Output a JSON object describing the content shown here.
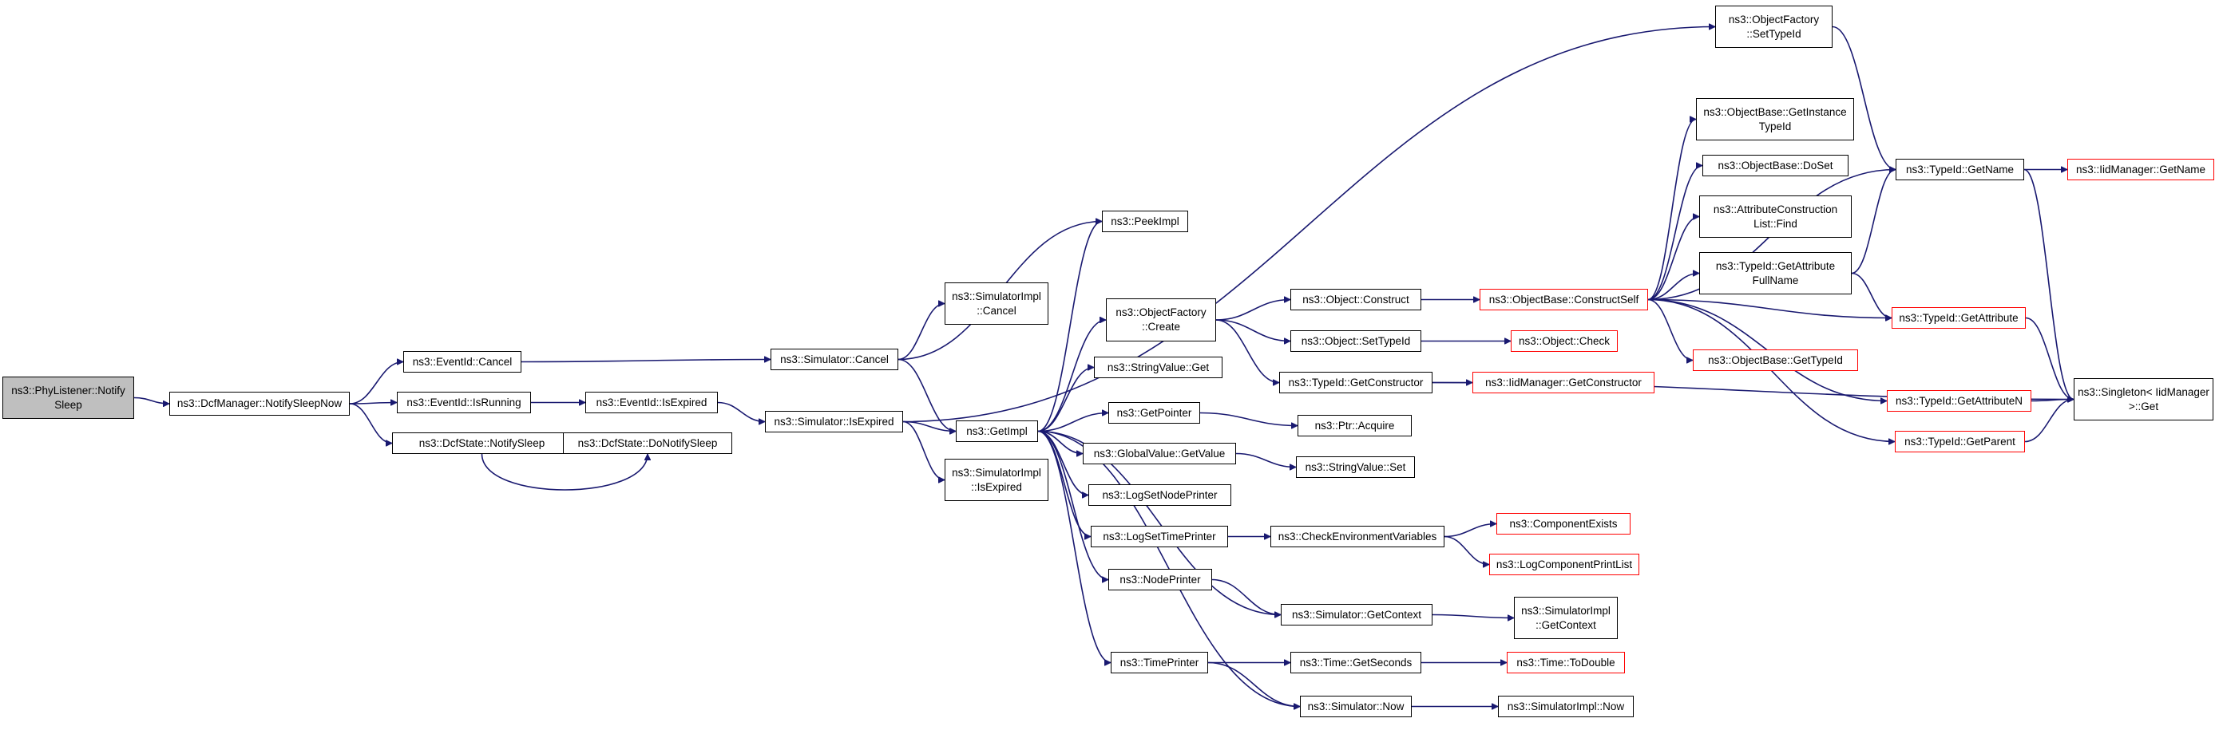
{
  "nodes": [
    {
      "id": "n1",
      "label": "ns3::PhyListener::Notify\nSleep",
      "style": "root"
    },
    {
      "id": "n2",
      "label": "ns3::DcfManager::NotifySleepNow",
      "style": "normal"
    },
    {
      "id": "n3",
      "label": "ns3::EventId::Cancel",
      "style": "normal"
    },
    {
      "id": "n4",
      "label": "ns3::EventId::IsRunning",
      "style": "normal"
    },
    {
      "id": "n5",
      "label": "ns3::DcfState::NotifySleep",
      "style": "normal"
    },
    {
      "id": "n6",
      "label": "ns3::EventId::IsExpired",
      "style": "normal"
    },
    {
      "id": "n7",
      "label": "ns3::DcfState::DoNotifySleep",
      "style": "normal"
    },
    {
      "id": "n8",
      "label": "ns3::Simulator::Cancel",
      "style": "normal"
    },
    {
      "id": "n9",
      "label": "ns3::Simulator::IsExpired",
      "style": "normal"
    },
    {
      "id": "n10",
      "label": "ns3::SimulatorImpl\n::Cancel",
      "style": "normal"
    },
    {
      "id": "n11",
      "label": "ns3::GetImpl",
      "style": "normal"
    },
    {
      "id": "n12",
      "label": "ns3::SimulatorImpl\n::IsExpired",
      "style": "normal"
    },
    {
      "id": "n13",
      "label": "ns3::PeekImpl",
      "style": "normal"
    },
    {
      "id": "n14",
      "label": "ns3::ObjectFactory\n::Create",
      "style": "normal"
    },
    {
      "id": "n15",
      "label": "ns3::StringValue::Get",
      "style": "normal"
    },
    {
      "id": "n16",
      "label": "ns3::GetPointer",
      "style": "normal"
    },
    {
      "id": "n17",
      "label": "ns3::GlobalValue::GetValue",
      "style": "normal"
    },
    {
      "id": "n18",
      "label": "ns3::LogSetNodePrinter",
      "style": "normal"
    },
    {
      "id": "n19",
      "label": "ns3::LogSetTimePrinter",
      "style": "normal"
    },
    {
      "id": "n20",
      "label": "ns3::NodePrinter",
      "style": "normal"
    },
    {
      "id": "n21",
      "label": "ns3::TimePrinter",
      "style": "normal"
    },
    {
      "id": "n22",
      "label": "ns3::Object::Construct",
      "style": "normal"
    },
    {
      "id": "n23",
      "label": "ns3::Object::SetTypeId",
      "style": "normal"
    },
    {
      "id": "n24",
      "label": "ns3::TypeId::GetConstructor",
      "style": "normal"
    },
    {
      "id": "n25",
      "label": "ns3::Ptr::Acquire",
      "style": "normal"
    },
    {
      "id": "n26",
      "label": "ns3::StringValue::Set",
      "style": "normal"
    },
    {
      "id": "n27",
      "label": "ns3::CheckEnvironmentVariables",
      "style": "normal"
    },
    {
      "id": "n28",
      "label": "ns3::Simulator::GetContext",
      "style": "normal"
    },
    {
      "id": "n29",
      "label": "ns3::Time::GetSeconds",
      "style": "normal"
    },
    {
      "id": "n30",
      "label": "ns3::Simulator::Now",
      "style": "normal"
    },
    {
      "id": "n31",
      "label": "ns3::ObjectFactory\n::SetTypeId",
      "style": "normal"
    },
    {
      "id": "n32",
      "label": "ns3::ObjectBase::ConstructSelf",
      "style": "red"
    },
    {
      "id": "n33",
      "label": "ns3::Object::Check",
      "style": "red"
    },
    {
      "id": "n34",
      "label": "ns3::IidManager::GetConstructor",
      "style": "red"
    },
    {
      "id": "n35",
      "label": "ns3::ComponentExists",
      "style": "red"
    },
    {
      "id": "n36",
      "label": "ns3::LogComponentPrintList",
      "style": "red"
    },
    {
      "id": "n37",
      "label": "ns3::SimulatorImpl\n::GetContext",
      "style": "normal"
    },
    {
      "id": "n38",
      "label": "ns3::Time::ToDouble",
      "style": "red"
    },
    {
      "id": "n39",
      "label": "ns3::SimulatorImpl::Now",
      "style": "normal"
    },
    {
      "id": "n40",
      "label": "ns3::ObjectBase::GetInstance\nTypeId",
      "style": "normal"
    },
    {
      "id": "n41",
      "label": "ns3::ObjectBase::DoSet",
      "style": "normal"
    },
    {
      "id": "n42",
      "label": "ns3::AttributeConstruction\nList::Find",
      "style": "normal"
    },
    {
      "id": "n43",
      "label": "ns3::TypeId::GetAttribute\nFullName",
      "style": "normal"
    },
    {
      "id": "n44",
      "label": "ns3::ObjectBase::GetTypeId",
      "style": "red"
    },
    {
      "id": "n45",
      "label": "ns3::TypeId::GetName",
      "style": "normal"
    },
    {
      "id": "n46",
      "label": "ns3::TypeId::GetAttribute",
      "style": "red"
    },
    {
      "id": "n47",
      "label": "ns3::TypeId::GetAttributeN",
      "style": "red"
    },
    {
      "id": "n48",
      "label": "ns3::TypeId::GetParent",
      "style": "red"
    },
    {
      "id": "n49",
      "label": "ns3::IidManager::GetName",
      "style": "red"
    },
    {
      "id": "n50",
      "label": "ns3::Singleton< IidManager\n>::Get",
      "style": "normal"
    }
  ],
  "edges": [
    [
      "n1",
      "n2"
    ],
    [
      "n2",
      "n3"
    ],
    [
      "n2",
      "n4"
    ],
    [
      "n2",
      "n5"
    ],
    [
      "n3",
      "n8"
    ],
    [
      "n4",
      "n6"
    ],
    [
      "n5",
      "n7"
    ],
    [
      "n6",
      "n9"
    ],
    [
      "n8",
      "n10"
    ],
    [
      "n8",
      "n13"
    ],
    [
      "n8",
      "n11"
    ],
    [
      "n9",
      "n31"
    ],
    [
      "n9",
      "n11"
    ],
    [
      "n9",
      "n12"
    ],
    [
      "n11",
      "n13"
    ],
    [
      "n11",
      "n14"
    ],
    [
      "n11",
      "n15"
    ],
    [
      "n11",
      "n16"
    ],
    [
      "n11",
      "n17"
    ],
    [
      "n11",
      "n18"
    ],
    [
      "n11",
      "n19"
    ],
    [
      "n11",
      "n20"
    ],
    [
      "n11",
      "n21"
    ],
    [
      "n11",
      "n28"
    ],
    [
      "n11",
      "n30"
    ],
    [
      "n14",
      "n22"
    ],
    [
      "n14",
      "n23"
    ],
    [
      "n14",
      "n24"
    ],
    [
      "n16",
      "n25"
    ],
    [
      "n17",
      "n26"
    ],
    [
      "n19",
      "n27"
    ],
    [
      "n20",
      "n28"
    ],
    [
      "n21",
      "n29"
    ],
    [
      "n21",
      "n30"
    ],
    [
      "n22",
      "n32"
    ],
    [
      "n23",
      "n33"
    ],
    [
      "n24",
      "n34"
    ],
    [
      "n24",
      "n50"
    ],
    [
      "n27",
      "n35"
    ],
    [
      "n27",
      "n36"
    ],
    [
      "n28",
      "n37"
    ],
    [
      "n29",
      "n38"
    ],
    [
      "n30",
      "n39"
    ],
    [
      "n31",
      "n45"
    ],
    [
      "n32",
      "n40"
    ],
    [
      "n32",
      "n41"
    ],
    [
      "n32",
      "n42"
    ],
    [
      "n32",
      "n43"
    ],
    [
      "n32",
      "n44"
    ],
    [
      "n32",
      "n45"
    ],
    [
      "n32",
      "n46"
    ],
    [
      "n32",
      "n47"
    ],
    [
      "n32",
      "n48"
    ],
    [
      "n43",
      "n45"
    ],
    [
      "n43",
      "n46"
    ],
    [
      "n45",
      "n49"
    ],
    [
      "n45",
      "n50"
    ],
    [
      "n46",
      "n50"
    ],
    [
      "n47",
      "n50"
    ],
    [
      "n48",
      "n50"
    ]
  ],
  "colors": {
    "edge": "#191970",
    "root_fill": "#bfbfbf",
    "border": "#000000",
    "highlight_border": "#ff0000"
  }
}
